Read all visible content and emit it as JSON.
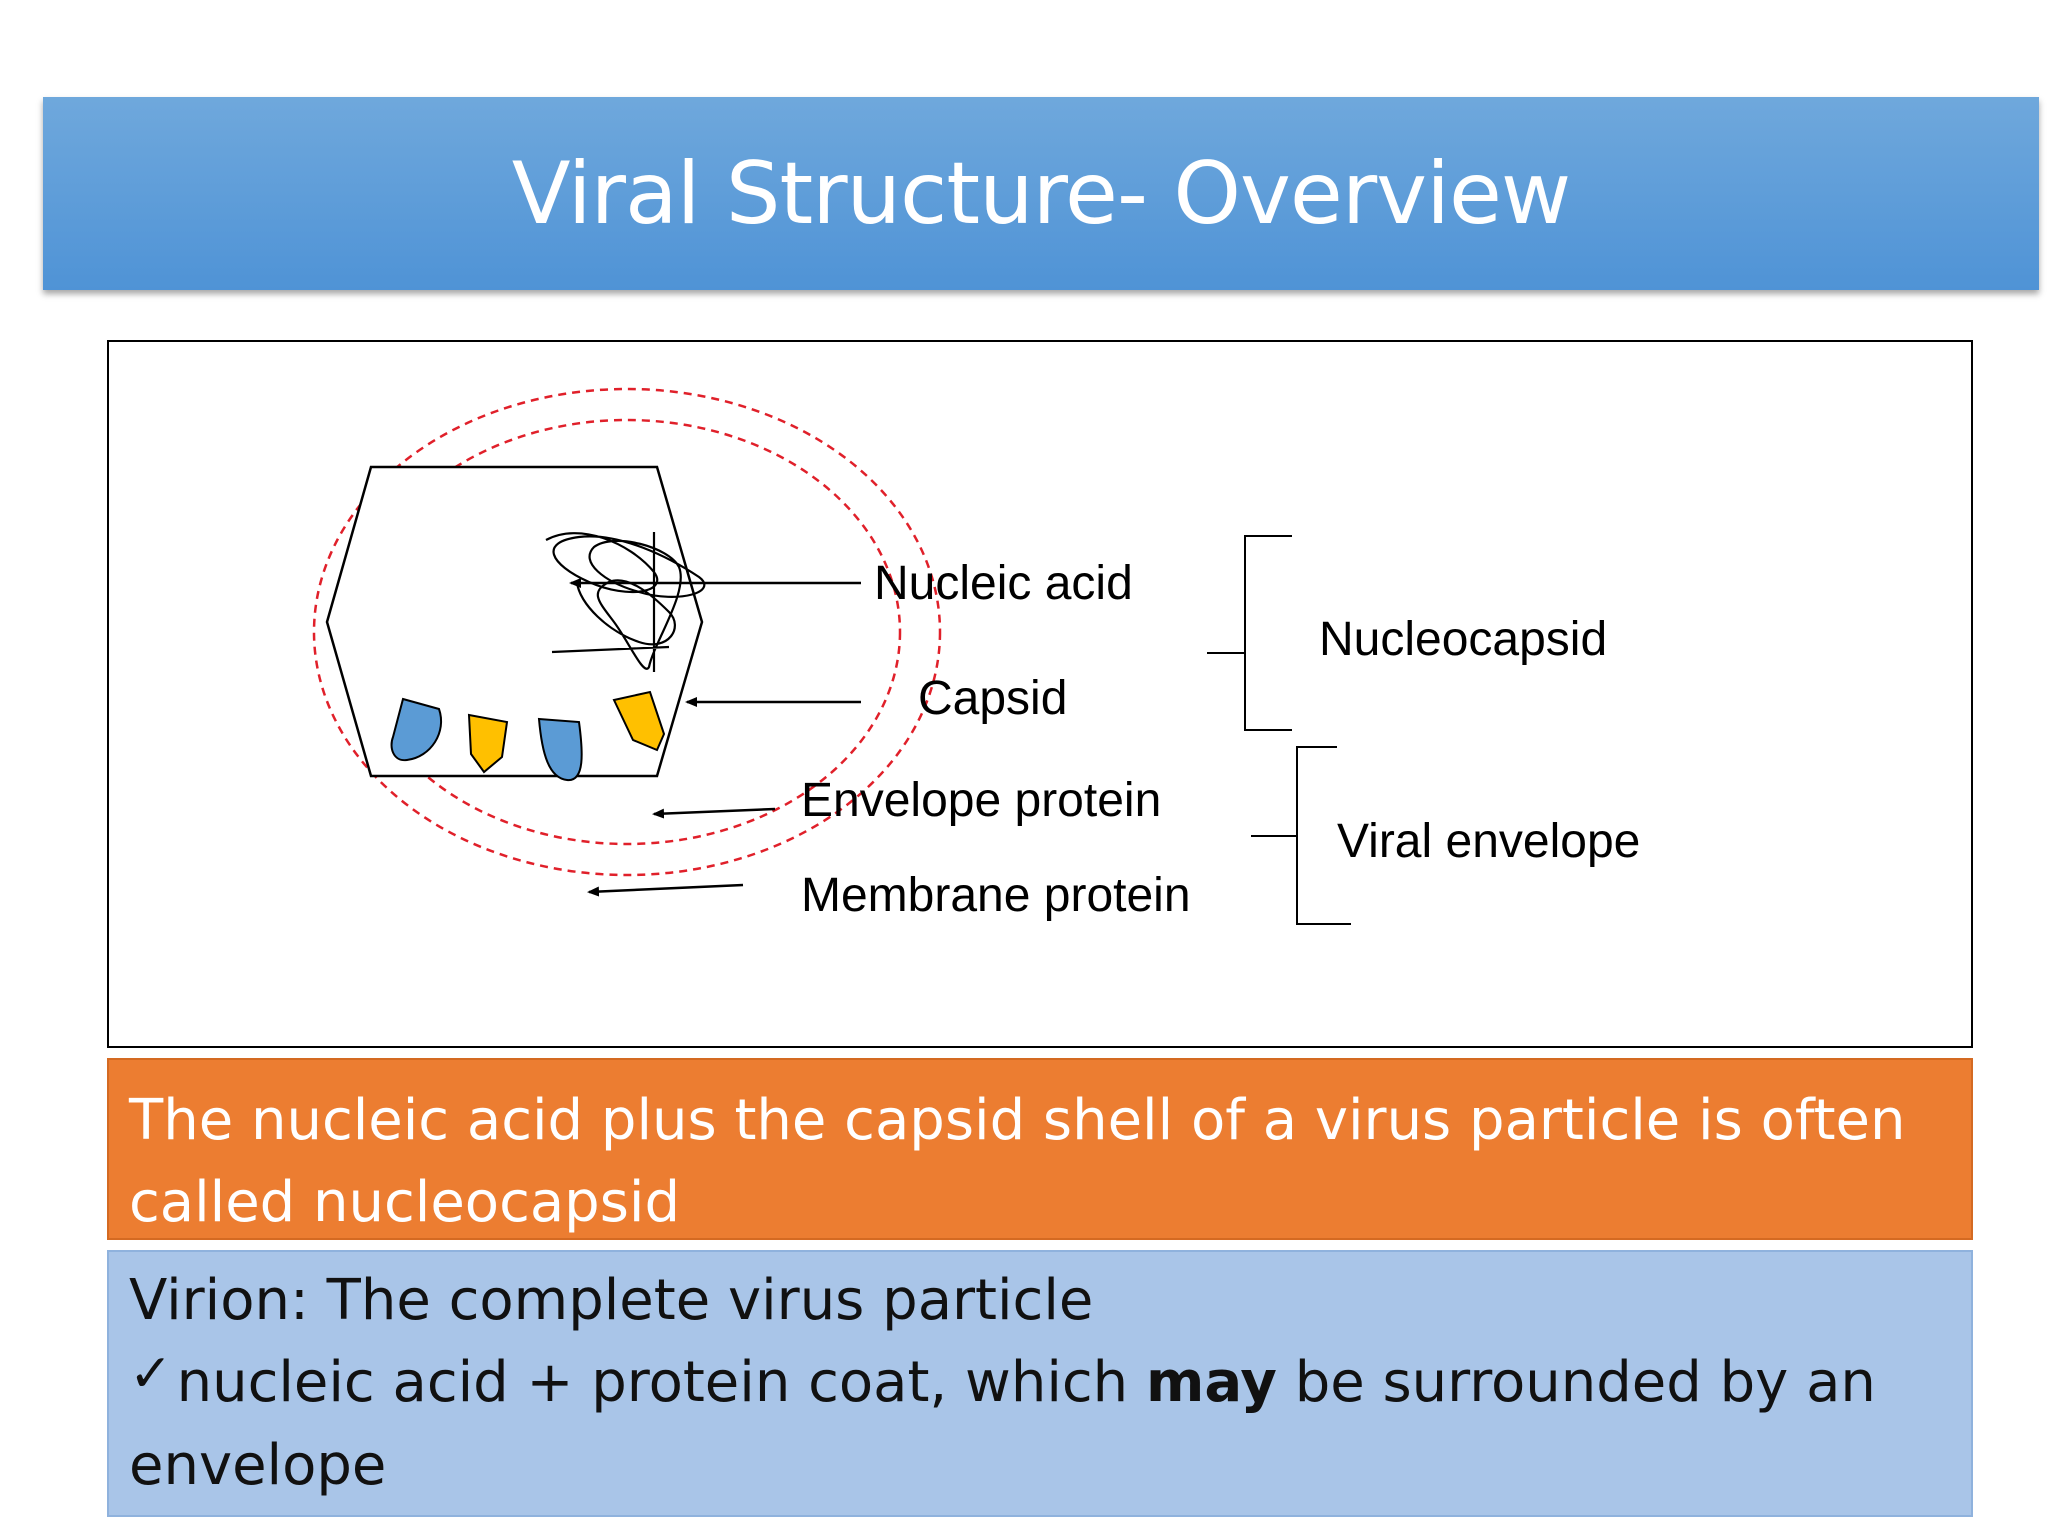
{
  "slide": {
    "title": "Viral Structure- Overview"
  },
  "diagram": {
    "labels": {
      "nucleic_acid": "Nucleic acid",
      "capsid": "Capsid",
      "envelope_protein": "Envelope protein",
      "membrane_protein": "Membrane protein",
      "nucleocapsid": "Nucleocapsid",
      "viral_envelope": "Viral envelope"
    },
    "colors": {
      "envelope_dashes": "#e0202a",
      "membrane_protein_fill": "#5b9bd5",
      "envelope_protein_fill": "#ffc000"
    }
  },
  "orange_box": {
    "text": "The nucleic acid plus the capsid shell of a virus particle is often called nucleocapsid"
  },
  "blue_box": {
    "line1": "Virion: The complete virus particle",
    "check_glyph": "✓",
    "line2_before": "nucleic acid + protein coat, which ",
    "line2_bold": "may",
    "line2_after": " be surrounded by an envelope"
  },
  "colors": {
    "title_bar": "#5b9bd5",
    "orange_box": "#ec7d31",
    "blue_box": "#a9c5e8"
  }
}
